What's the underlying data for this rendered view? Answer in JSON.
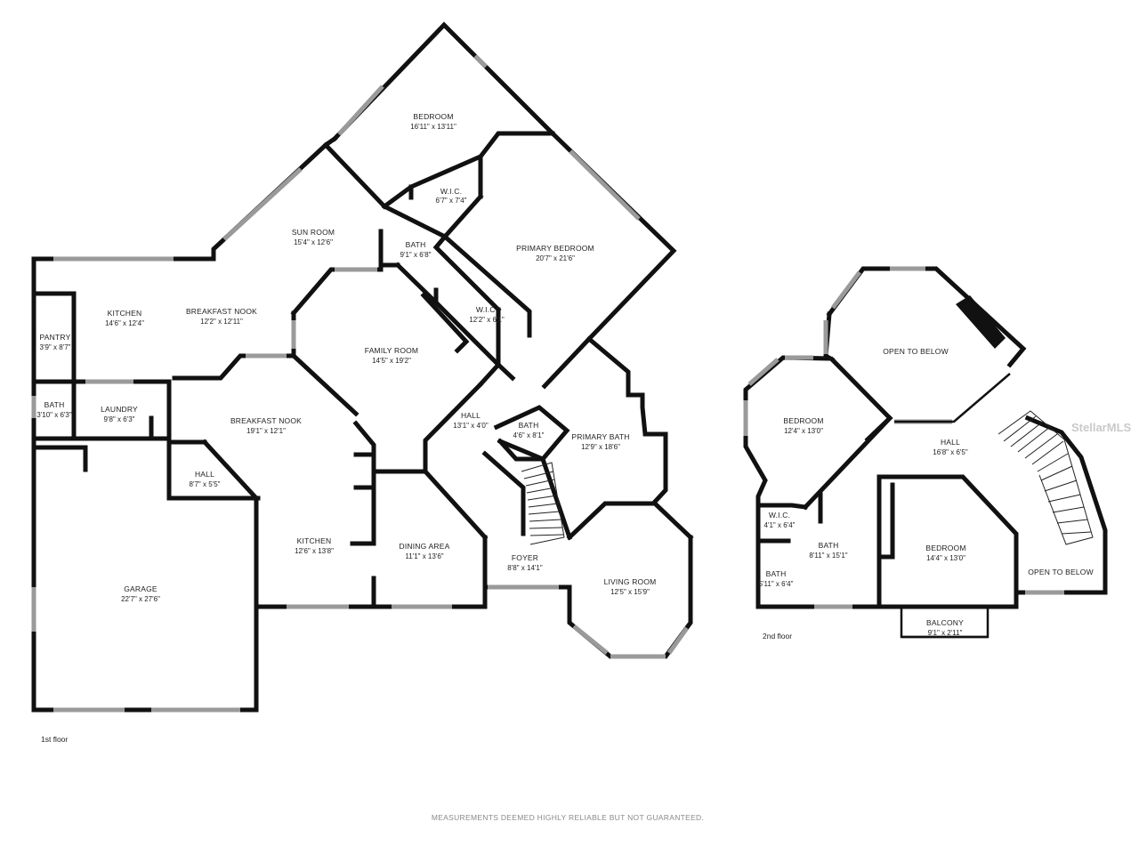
{
  "floors": [
    {
      "id": "first",
      "label": "1st floor",
      "rooms": [
        {
          "name": "BEDROOM",
          "dims": "16'11\" x 13'11\""
        },
        {
          "name": "W.I.C.",
          "dims": "6'7\" x 7'4\""
        },
        {
          "name": "SUN ROOM",
          "dims": "15'4\" x 12'6\""
        },
        {
          "name": "BATH",
          "dims": "9'1\" x 6'8\""
        },
        {
          "name": "PRIMARY BEDROOM",
          "dims": "20'7\" x 21'6\""
        },
        {
          "name": "KITCHEN",
          "dims": "14'6\" x 12'4\""
        },
        {
          "name": "BREAKFAST NOOK",
          "dims": "12'2\" x 12'11\""
        },
        {
          "name": "W.I.C.",
          "dims": "12'2\" x 6'1\""
        },
        {
          "name": "PANTRY",
          "dims": "3'9\" x 8'7\""
        },
        {
          "name": "FAMILY ROOM",
          "dims": "14'5\" x 19'2\""
        },
        {
          "name": "BATH",
          "dims": "3'10\" x 6'3\""
        },
        {
          "name": "LAUNDRY",
          "dims": "9'8\" x 6'3\""
        },
        {
          "name": "HALL",
          "dims": "13'1\" x 4'0\""
        },
        {
          "name": "BATH",
          "dims": "4'6\" x 8'1\""
        },
        {
          "name": "BREAKFAST NOOK",
          "dims": "19'1\" x 12'1\""
        },
        {
          "name": "PRIMARY BATH",
          "dims": "12'9\" x 18'6\""
        },
        {
          "name": "HALL",
          "dims": "8'7\" x 5'5\""
        },
        {
          "name": "KITCHEN",
          "dims": "12'6\" x 13'8\""
        },
        {
          "name": "DINING AREA",
          "dims": "11'1\" x 13'6\""
        },
        {
          "name": "FOYER",
          "dims": "8'8\" x 14'1\""
        },
        {
          "name": "LIVING ROOM",
          "dims": "12'5\" x 15'9\""
        },
        {
          "name": "GARAGE",
          "dims": "22'7\" x 27'6\""
        }
      ]
    },
    {
      "id": "second",
      "label": "2nd floor",
      "rooms": [
        {
          "name": "OPEN TO BELOW",
          "dims": ""
        },
        {
          "name": "BEDROOM",
          "dims": "12'4\" x 13'0\""
        },
        {
          "name": "HALL",
          "dims": "16'8\" x 6'5\""
        },
        {
          "name": "W.I.C.",
          "dims": "4'1\" x 6'4\""
        },
        {
          "name": "BATH",
          "dims": "8'11\" x 15'1\""
        },
        {
          "name": "BEDROOM",
          "dims": "14'4\" x 13'0\""
        },
        {
          "name": "BATH",
          "dims": "5'11\" x 6'4\""
        },
        {
          "name": "OPEN TO BELOW",
          "dims": ""
        },
        {
          "name": "BALCONY",
          "dims": "9'1\" x 2'11\""
        }
      ]
    }
  ],
  "disclaimer": "MEASUREMENTS DEEMED HIGHLY RELIABLE BUT NOT GUARANTEED.",
  "watermark": "StellarMLS"
}
